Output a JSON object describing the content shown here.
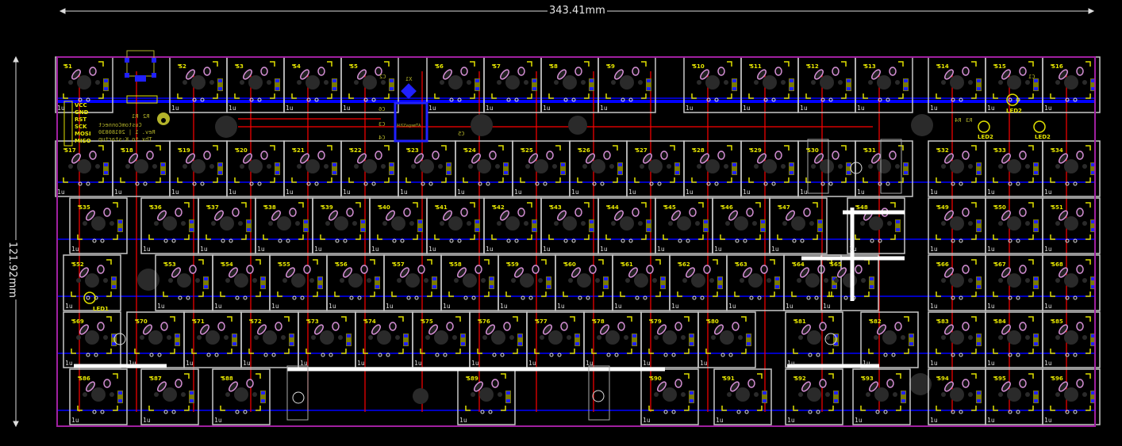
{
  "dimensions": {
    "width_label": "343.41mm",
    "height_label": "121.92mm"
  },
  "unit_label": "1u",
  "rows": [
    [
      "S1",
      "S2",
      "S3",
      "S4",
      "S5",
      "S6",
      "S7",
      "S8",
      "S9",
      "S10",
      "S11",
      "S12",
      "S13",
      "S14",
      "S15",
      "S16"
    ],
    [
      "S17",
      "S18",
      "S19",
      "S20",
      "S21",
      "S22",
      "S23",
      "S24",
      "S25",
      "S26",
      "S27",
      "S28",
      "S29",
      "S30",
      "S31",
      "S32",
      "S33",
      "S34"
    ],
    [
      "S35",
      "S36",
      "S37",
      "S38",
      "S39",
      "S40",
      "S41",
      "S42",
      "S43",
      "S44",
      "S45",
      "S46",
      "S47",
      "S48",
      "S49",
      "S50",
      "S51"
    ],
    [
      "S52",
      "S53",
      "S54",
      "S55",
      "S56",
      "S57",
      "S58",
      "S59",
      "S60",
      "S61",
      "S62",
      "S63",
      "S64",
      "S65",
      "S66",
      "S67",
      "S68"
    ],
    [
      "S69",
      "S70",
      "S71",
      "S72",
      "S73",
      "S74",
      "S75",
      "S76",
      "S77",
      "S78",
      "S79",
      "S80",
      "S81",
      "S82",
      "S83",
      "S84",
      "S85"
    ],
    [
      "S86",
      "S87",
      "S88",
      "S89",
      "S90",
      "S91",
      "S92",
      "S93",
      "S94",
      "S95",
      "S96"
    ]
  ],
  "header_pins": [
    "VCC",
    "GND",
    "RST",
    "SCK",
    "MOSI",
    "MISO"
  ],
  "silkscreen": {
    "project": "CustomConnect",
    "revision": "Rev. 1 | 20180830",
    "credit": "Thx to K-startup",
    "mcu": "ATmega32U4",
    "crystal": "X1",
    "resistors": [
      "R1",
      "R2",
      "R3",
      "R4"
    ],
    "caps": [
      "C1",
      "C2",
      "C3",
      "C4",
      "C5",
      "C6"
    ],
    "leds": [
      "LED1",
      "LED2",
      "LED2"
    ]
  },
  "colors": {
    "background": "#000000",
    "outline": "#c8c8c8",
    "silkscreen": "#e0e000",
    "pad_oval": "#d58fd5",
    "top_copper": "#ff0000",
    "bottom_copper": "#0000ff",
    "board_edge": "#a020a0",
    "hole": "#2a2a2a"
  }
}
